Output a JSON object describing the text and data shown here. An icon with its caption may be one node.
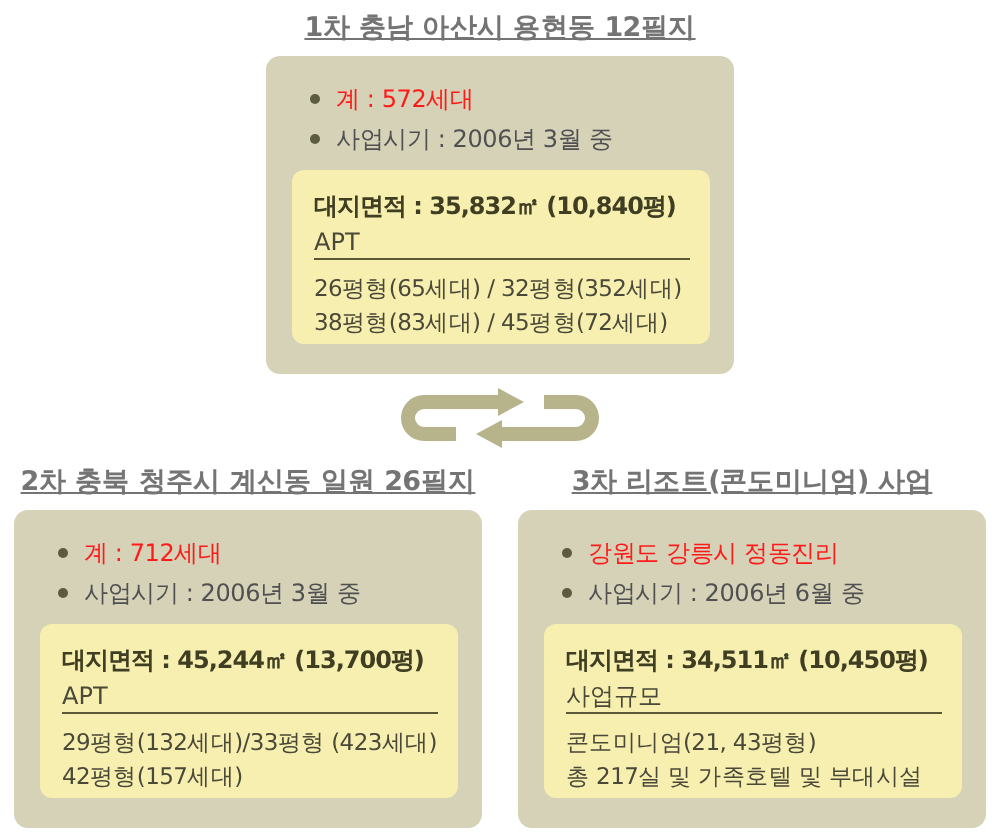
{
  "diagram": {
    "nodes": [
      {
        "text": [
          "1차 충남 아산시 용현동 12필지",
          "계 : 572세대",
          "사업시기 : 2006년 3월 중"
        ]
      },
      {
        "text": [
          "대지면적 : 35,832㎡ (10,840평)",
          "APT",
          "26평형(65세대) / 32평형(352세대)",
          "38평형(83세대) / 45평형(72세대)"
        ],
        "in": 0
      },
      {
        "text": [
          "2차 충북 청주시 계신동 일원 26필지",
          "계 : 712세대",
          "사업시기 : 2006년 3월 중"
        ]
      },
      {
        "text": [
          "대지면적 : 45,244㎡ (13,700평)",
          "APT",
          "29평형(132세대)/33평형 (423세대)",
          "42평형(157세대)"
        ],
        "in": 2
      },
      {
        "text": [
          "3차 리조트(콘도미니엄) 사업",
          "강원도 강릉시 정동진리",
          "사업시기 : 2006년 6월 중"
        ]
      },
      {
        "text": [
          "대지면적 : 34,511㎡ (10,450평)",
          "사업규모",
          "콘도미니엄(21, 43평형)",
          "총 217실 및 가족호텔 및 부대시설"
        ],
        "in": 4
      }
    ]
  }
}
